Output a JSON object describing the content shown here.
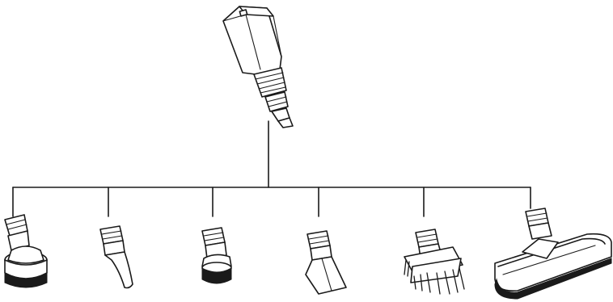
{
  "diagram": {
    "description_visible_text": [],
    "parts": [
      {
        "id": "steam-gun-nozzle",
        "icon": "steam-gun-nozzle-icon"
      },
      {
        "id": "round-brush-large",
        "icon": "round-brush-icon"
      },
      {
        "id": "curved-jet-nozzle",
        "icon": "curved-nozzle-icon"
      },
      {
        "id": "round-brush-small",
        "icon": "round-brush-small-icon"
      },
      {
        "id": "crevice-nozzle",
        "icon": "crevice-nozzle-icon"
      },
      {
        "id": "bristle-brush",
        "icon": "bristle-brush-icon"
      },
      {
        "id": "floor-nozzle",
        "icon": "floor-nozzle-icon"
      }
    ],
    "line_color": "#1a1a1a",
    "background": "#ffffff"
  }
}
